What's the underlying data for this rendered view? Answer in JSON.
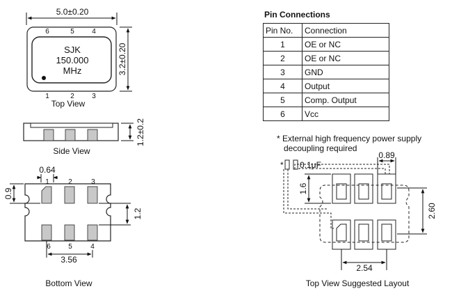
{
  "top_view": {
    "width_dim": "5.0±0.20",
    "height_dim": "3.2±0.20",
    "pins_top": [
      "6",
      "5",
      "4"
    ],
    "pins_bottom": [
      "1",
      "2",
      "3"
    ],
    "marking": [
      "SJK",
      "150.000",
      "MHz"
    ],
    "caption": "Top View"
  },
  "side_view": {
    "height_dim": "1.2±0.2",
    "caption": "Side View"
  },
  "bottom_view": {
    "pin_width": "0.64",
    "pad_y_offset": "0.9",
    "pad_gap": "1.2",
    "pin_span": "3.56",
    "pins_top": [
      "1",
      "2",
      "3"
    ],
    "pins_bottom": [
      "6",
      "5",
      "4"
    ],
    "caption": "Bottom View"
  },
  "pin_connections": {
    "title": "Pin Connections",
    "headers": [
      "Pin No.",
      "Connection"
    ],
    "rows": [
      {
        "pin": "1",
        "connection": "OE or NC"
      },
      {
        "pin": "2",
        "connection": "OE or NC"
      },
      {
        "pin": "3",
        "connection": "GND"
      },
      {
        "pin": "4",
        "connection": "Output"
      },
      {
        "pin": "5",
        "connection": "Comp. Output"
      },
      {
        "pin": "6",
        "connection": "Vcc"
      }
    ]
  },
  "layout": {
    "note_line1": "* External high frequency power supply",
    "note_line2": "decoupling required",
    "star": "*",
    "capacitor": "0.1μF",
    "pad_width": "0.89",
    "pad_height": "1.6",
    "row_pitch": "2.60",
    "col_pitch": "2.54",
    "caption": "Top View Suggested Layout"
  }
}
